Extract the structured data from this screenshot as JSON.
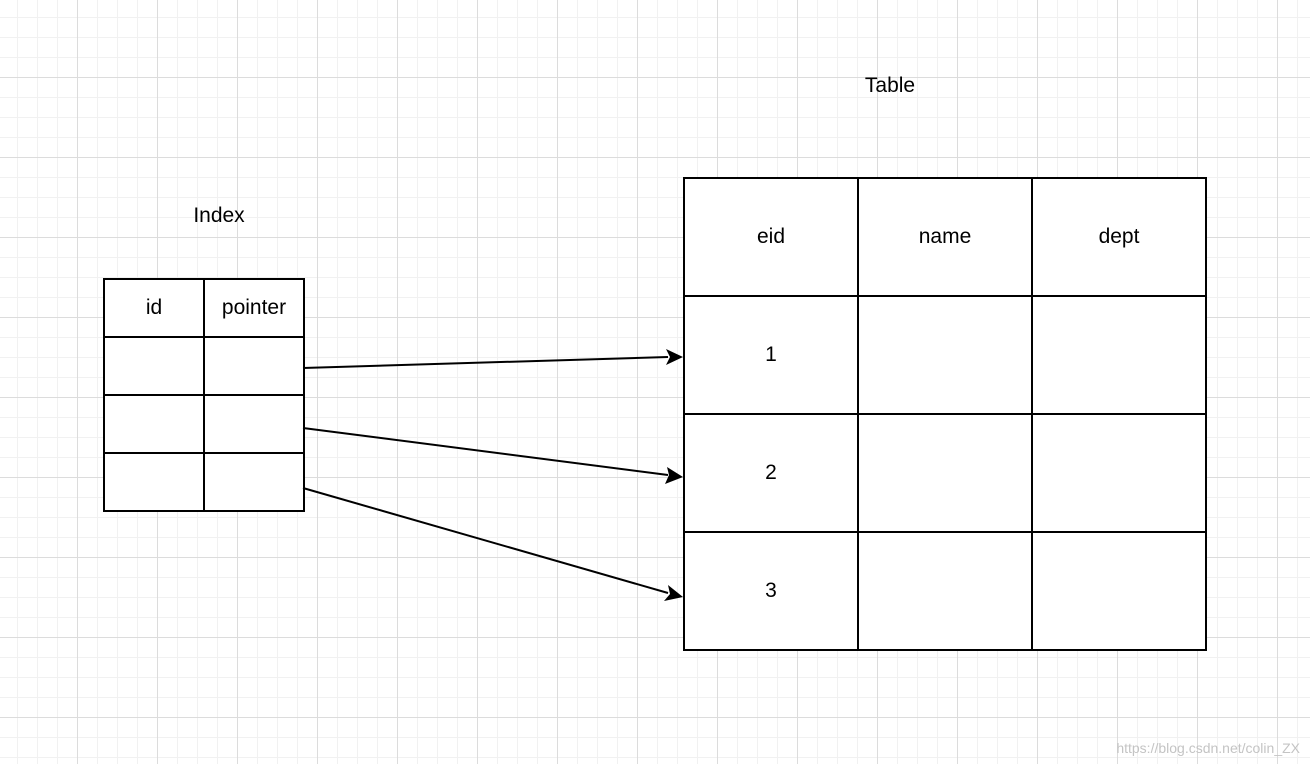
{
  "index": {
    "title": "Index",
    "headers": [
      "id",
      "pointer"
    ],
    "rows": [
      [
        "",
        ""
      ],
      [
        "",
        ""
      ],
      [
        "",
        ""
      ]
    ]
  },
  "table": {
    "title": "Table",
    "headers": [
      "eid",
      "name",
      "dept"
    ],
    "rows": [
      [
        "1",
        "",
        ""
      ],
      [
        "2",
        "",
        ""
      ],
      [
        "3",
        "",
        ""
      ]
    ]
  },
  "arrows": [
    {
      "from_index_row": 1,
      "to_table_row": 1
    },
    {
      "from_index_row": 2,
      "to_table_row": 2
    },
    {
      "from_index_row": 3,
      "to_table_row": 3
    }
  ],
  "watermark": "https://blog.csdn.net/colin_ZX",
  "colors": {
    "stroke": "#000000",
    "grid_major": "#dcdcdc",
    "grid_minor": "#f1f1f1",
    "watermark": "#c4c4c4"
  }
}
